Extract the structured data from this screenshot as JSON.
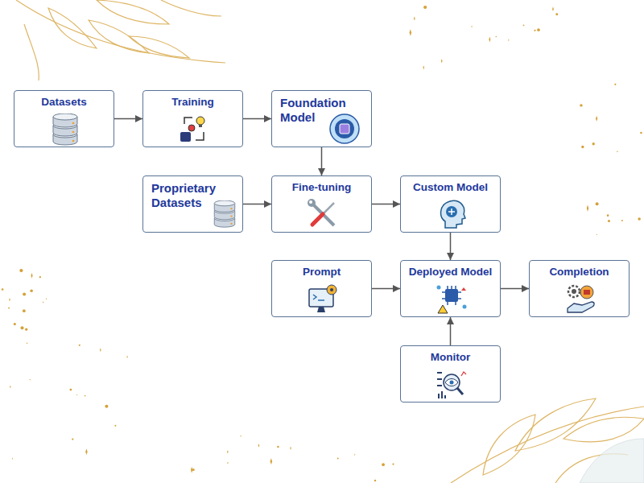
{
  "diagram": {
    "nodes": [
      {
        "text": [
          "Datasets"
        ]
      },
      {
        "text": [
          "Training"
        ]
      },
      {
        "text": [
          "Foundation Model"
        ]
      },
      {
        "text": [
          "Proprietary Datasets"
        ]
      },
      {
        "text": [
          "Fine-tuning"
        ]
      },
      {
        "text": [
          "Custom Model"
        ]
      },
      {
        "text": [
          "Prompt"
        ]
      },
      {
        "text": [
          "Deployed Model"
        ]
      },
      {
        "text": [
          "Completion"
        ]
      },
      {
        "text": [
          "Monitor"
        ]
      }
    ],
    "edges": [
      {
        "from": 0,
        "to": 1,
        "arrow": "to"
      },
      {
        "from": 1,
        "to": 2,
        "arrow": "to"
      },
      {
        "from": 2,
        "to": 4,
        "arrow": "to"
      },
      {
        "from": 3,
        "to": 4,
        "arrow": "to"
      },
      {
        "from": 4,
        "to": 5,
        "arrow": "to"
      },
      {
        "from": 5,
        "to": 7,
        "arrow": "to"
      },
      {
        "from": 6,
        "to": 7,
        "arrow": "to"
      },
      {
        "from": 7,
        "to": 8,
        "arrow": "to"
      },
      {
        "from": 9,
        "to": 7,
        "arrow": "to"
      }
    ]
  }
}
